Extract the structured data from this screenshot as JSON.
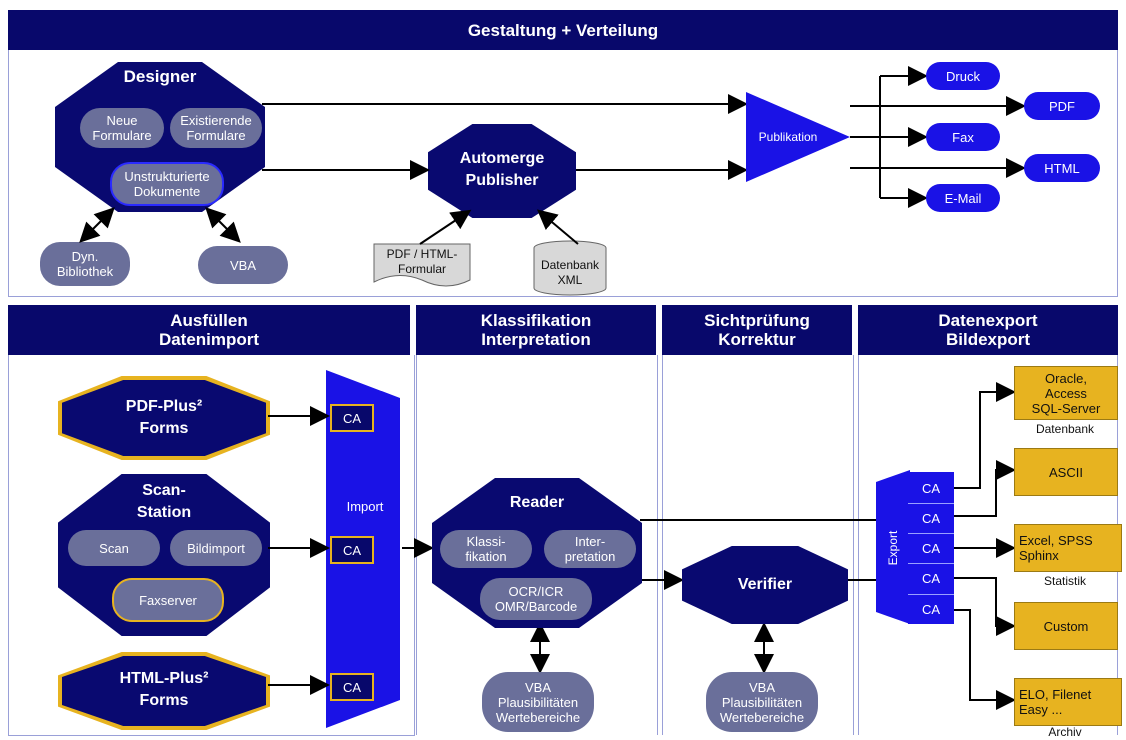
{
  "top_section": {
    "header": "Gestaltung + Verteilung",
    "designer": {
      "title": "Designer",
      "neue": "Neue\nFormulare",
      "existierende": "Existierende\nFormulare",
      "unstrukturierte": "Unstrukturierte\nDokumente"
    },
    "dyn_bibliothek": "Dyn.\nBibliothek",
    "vba": "VBA",
    "automerge": "Automerge\nPublisher",
    "pdf_html_formular": "PDF / HTML-\nFormular",
    "datenbank_xml": "Datenbank\nXML",
    "publikation": "Publikation",
    "outputs": [
      "Druck",
      "PDF",
      "Fax",
      "HTML",
      "E-Mail"
    ]
  },
  "columns": [
    {
      "header": "Ausfüllen\nDatenimport"
    },
    {
      "header": "Klassifikation\nInterpretation"
    },
    {
      "header": "Sichtprüfung\nKorrektur"
    },
    {
      "header": "Datenexport\nBildexport"
    }
  ],
  "import_col": {
    "pdf_plus": "PDF-Plus²\nForms",
    "scan_station": "Scan-\nStation",
    "scan": "Scan",
    "bildimport": "Bildimport",
    "faxserver": "Faxserver",
    "html_plus": "HTML-Plus²\nForms",
    "import": "Import",
    "ca": "CA"
  },
  "reader": {
    "title": "Reader",
    "klassifikation": "Klassi-\nfikation",
    "interpretation": "Inter-\npretation",
    "ocr": "OCR/ICR\nOMR/Barcode",
    "vba": "VBA\nPlausibilitäten\nWertebereiche"
  },
  "verifier": {
    "title": "Verifier",
    "vba": "VBA\nPlausibilitäten\nWertebereiche"
  },
  "export_col": {
    "export": "Export",
    "ca": "CA",
    "targets": [
      {
        "label": "Oracle,\nAccess\nSQL-Server",
        "caption": "Datenbank"
      },
      {
        "label": "ASCII",
        "caption": ""
      },
      {
        "label": "Excel, SPSS\nSphinx",
        "caption": "Statistik"
      },
      {
        "label": "Custom",
        "caption": ""
      },
      {
        "label": "ELO, Filenet\nEasy ...",
        "caption": "Archiv"
      }
    ]
  },
  "colors": {
    "navy": "#08086b",
    "blue": "#1a12e6",
    "grey": "#6a6f9a",
    "gold": "#e7b320"
  }
}
